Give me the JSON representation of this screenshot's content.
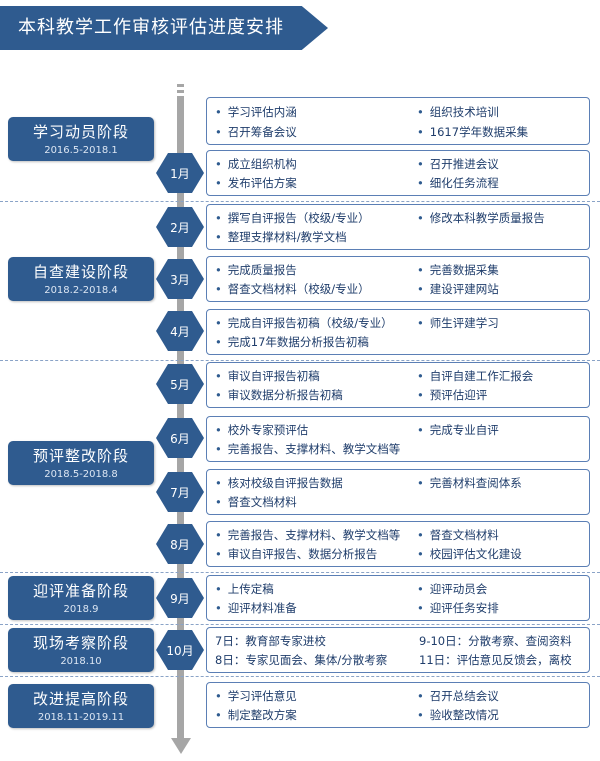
{
  "title": "本科教学工作审核评估进度安排",
  "colors": {
    "primary": "#2f5b8f",
    "spine": "#a6a6a6",
    "box_border": "#5b7fb5",
    "text": "#1f3d6b"
  },
  "phases": [
    {
      "name": "学习动员阶段",
      "dates": "2016.5-2018.1"
    },
    {
      "name": "自查建设阶段",
      "dates": "2018.2-2018.4"
    },
    {
      "name": "预评整改阶段",
      "dates": "2018.5-2018.8"
    },
    {
      "name": "迎评准备阶段",
      "dates": "2018.9"
    },
    {
      "name": "现场考察阶段",
      "dates": "2018.10"
    },
    {
      "name": "改进提高阶段",
      "dates": "2018.11-2019.11"
    }
  ],
  "months": [
    "1月",
    "2月",
    "3月",
    "4月",
    "5月",
    "6月",
    "7月",
    "8月",
    "9月",
    "10月"
  ],
  "tasks": [
    {
      "left": [
        "学习评估内涵",
        "召开筹备会议"
      ],
      "right": [
        "组织技术培训",
        "1617学年数据采集"
      ]
    },
    {
      "left": [
        "成立组织机构",
        "发布评估方案"
      ],
      "right": [
        "召开推进会议",
        "细化任务流程"
      ]
    },
    {
      "left": [
        "撰写自评报告（校级/专业）",
        "整理支撑材料/教学文档"
      ],
      "right": [
        "修改本科教学质量报告"
      ]
    },
    {
      "left": [
        "完成质量报告",
        "督查文档材料（校级/专业）"
      ],
      "right": [
        "完善数据采集",
        "建设评建网站"
      ]
    },
    {
      "left": [
        "完成自评报告初稿（校级/专业）",
        "完成17年数据分析报告初稿"
      ],
      "right": [
        "师生评建学习"
      ]
    },
    {
      "left": [
        "审议自评报告初稿",
        "审议数据分析报告初稿"
      ],
      "right": [
        "自评自建工作汇报会",
        "预评估迎评"
      ]
    },
    {
      "left": [
        "校外专家预评估",
        "完善报告、支撑材料、教学文档等"
      ],
      "right": [
        "完成专业自评"
      ]
    },
    {
      "left": [
        "核对校级自评报告数据",
        "督查文档材料"
      ],
      "right": [
        "完善材料查阅体系"
      ]
    },
    {
      "left": [
        "完善报告、支撑材料、教学文档等",
        "审议自评报告、数据分析报告"
      ],
      "right": [
        "督查文档材料",
        "校园评估文化建设"
      ]
    },
    {
      "left": [
        "上传定稿",
        "迎评材料准备"
      ],
      "right": [
        "迎评动员会",
        "迎评任务安排"
      ]
    },
    {
      "left": [
        "7日：教育部专家进校",
        "8日：专家见面会、集体/分散考察"
      ],
      "right": [
        "9-10日：分散考察、查阅资料",
        "11日：评估意见反馈会，离校"
      ]
    },
    {
      "left": [
        "学习评估意见",
        "制定整改方案"
      ],
      "right": [
        "召开总结会议",
        "验收整改情况"
      ]
    }
  ]
}
